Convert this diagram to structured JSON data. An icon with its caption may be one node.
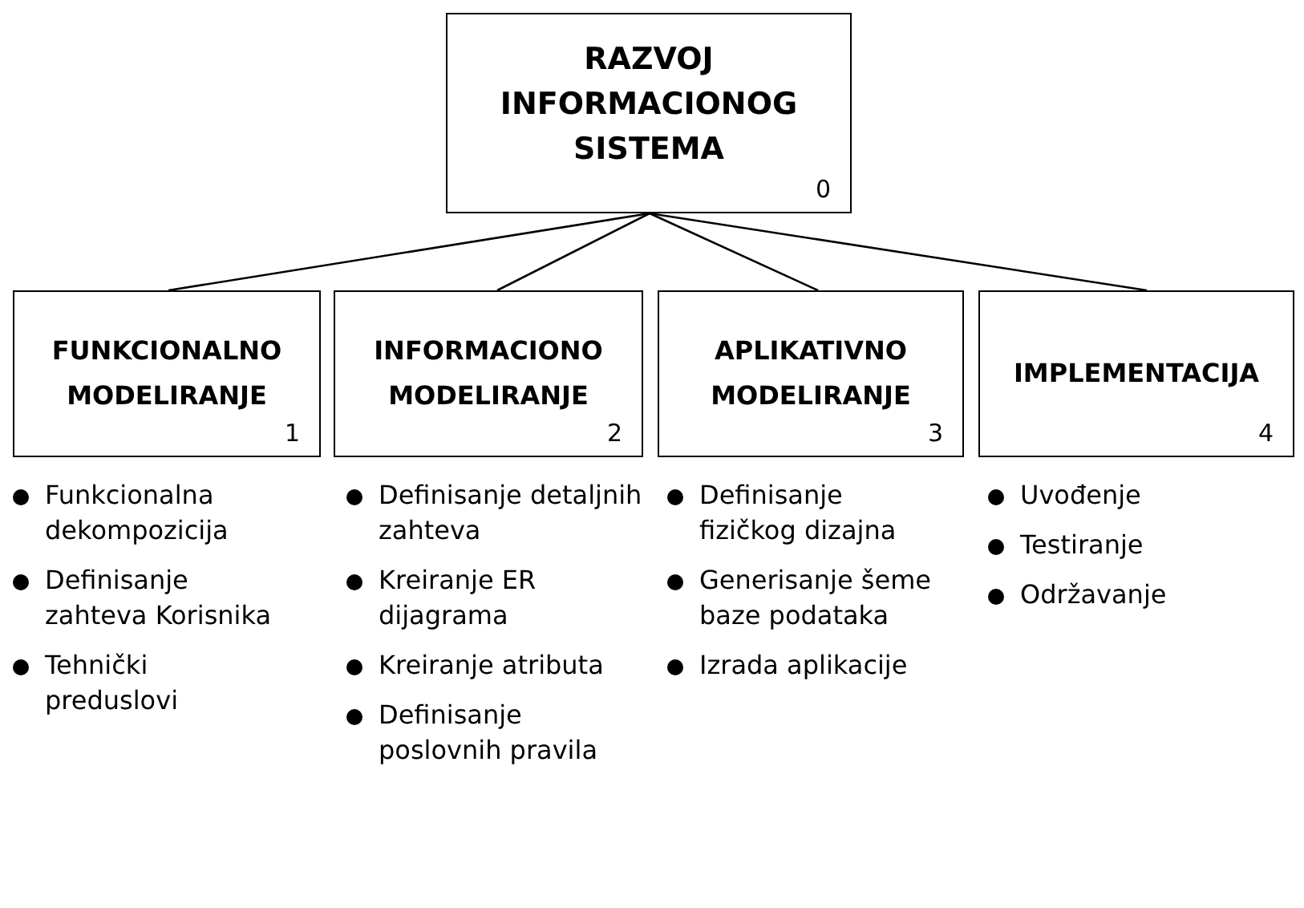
{
  "diagram": {
    "nodes": [
      {
        "text": [
          "RAZVOJ INFORMACIONOG SISTEMA",
          "0"
        ]
      },
      {
        "text": [
          "FUNKCIONALNO MODELIRANJE",
          "1"
        ]
      },
      {
        "text": [
          "INFORMACIONO MODELIRANJE",
          "2"
        ]
      },
      {
        "text": [
          "APLIKATIVNO MODELIRANJE",
          "3"
        ]
      },
      {
        "text": [
          "IMPLEMENTACIJA",
          "4"
        ]
      }
    ],
    "edges": [
      {
        "from": 0,
        "to": 1,
        "arrow": "none"
      },
      {
        "from": 0,
        "to": 2,
        "arrow": "none"
      },
      {
        "from": 0,
        "to": 3,
        "arrow": "none"
      },
      {
        "from": 0,
        "to": 4,
        "arrow": "none"
      }
    ],
    "labels": [
      "Funkcionalna dekompozicija",
      "Definisanje zahteva Korisnika",
      "Tehnički preduslovi",
      "Definisanje detaljnih zahteva",
      "Kreiranje ER dijagrama",
      "Kreiranje atributa",
      "Definisanje poslovnih pravila",
      "Definisanje fizičkog dizajna",
      "Generisanje šeme baze podataka",
      "Izrada aplikacije",
      "Uvođenje",
      "Testiranje",
      "Održavanje"
    ]
  }
}
